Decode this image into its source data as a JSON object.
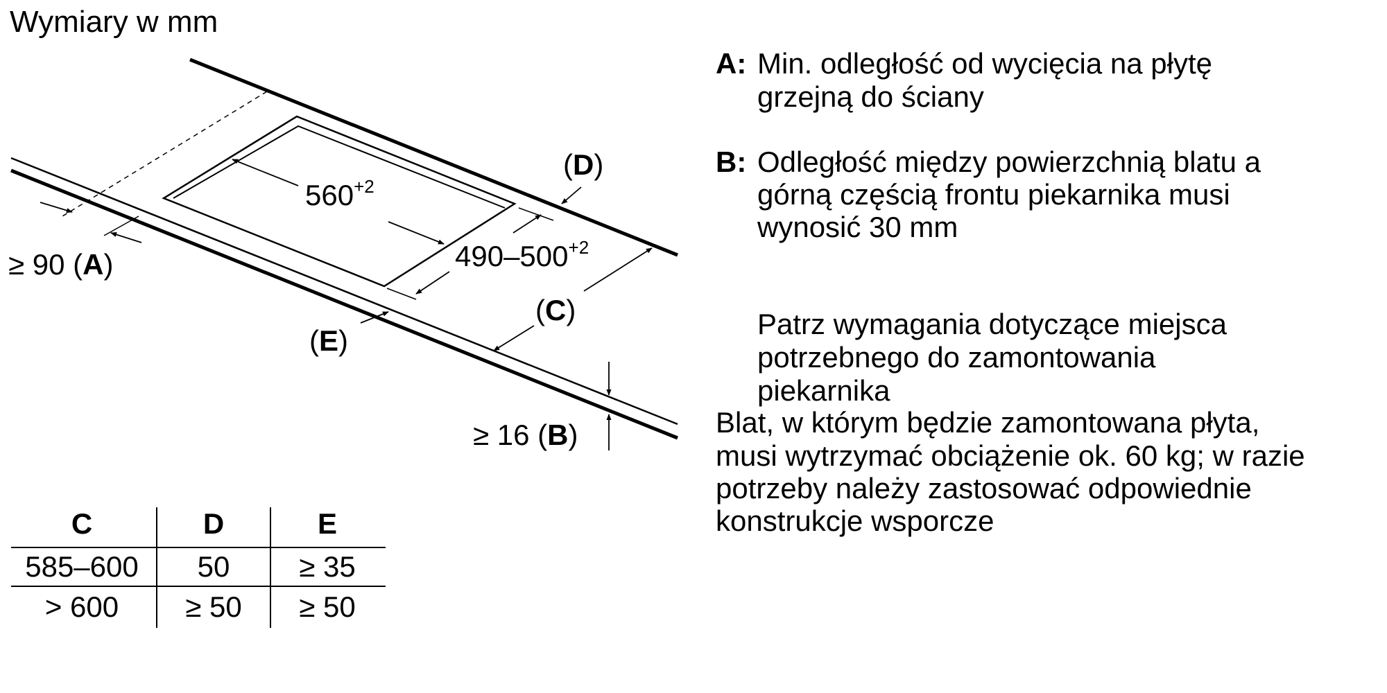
{
  "title": "Wymiary w mm",
  "colors": {
    "ink": "#000000",
    "background": "#ffffff"
  },
  "diagram": {
    "dim_width": {
      "base": "560",
      "sup": "+2"
    },
    "dim_depth": {
      "base": "490–500",
      "sup": "+2"
    },
    "label_A": {
      "prefix": "≥ 90 (",
      "letter": "A",
      "suffix": ")"
    },
    "label_B": {
      "prefix": "≥ 16 (",
      "letter": "B",
      "suffix": ")"
    },
    "label_C": {
      "prefix": "(",
      "letter": "C",
      "suffix": ")"
    },
    "label_D": {
      "prefix": "(",
      "letter": "D",
      "suffix": ")"
    },
    "label_E": {
      "prefix": "(",
      "letter": "E",
      "suffix": ")"
    }
  },
  "table": {
    "headers": [
      "C",
      "D",
      "E"
    ],
    "rows": [
      [
        "585–600",
        "50",
        "≥ 35"
      ],
      [
        "> 600",
        "≥ 50",
        "≥ 50"
      ]
    ]
  },
  "legend": [
    {
      "key": "A:",
      "lines": [
        "Min. odległość od wycięcia na płytę",
        "grzejną do ściany"
      ]
    },
    {
      "key": "B:",
      "lines": [
        "Odległość między powierzchnią blatu a",
        "górną częścią frontu piekarnika musi",
        "wynosić 30 mm"
      ]
    }
  ],
  "note": [
    "Patrz wymagania dotyczące miejsca",
    "potrzebnego do zamontowania",
    "piekarnika"
  ],
  "notice": [
    "Blat, w którym będzie zamontowana płyta,",
    "musi wytrzymać obciążenie ok. 60 kg; w razie",
    "potrzeby należy zastosować odpowiednie",
    "konstrukcje wsporcze"
  ]
}
